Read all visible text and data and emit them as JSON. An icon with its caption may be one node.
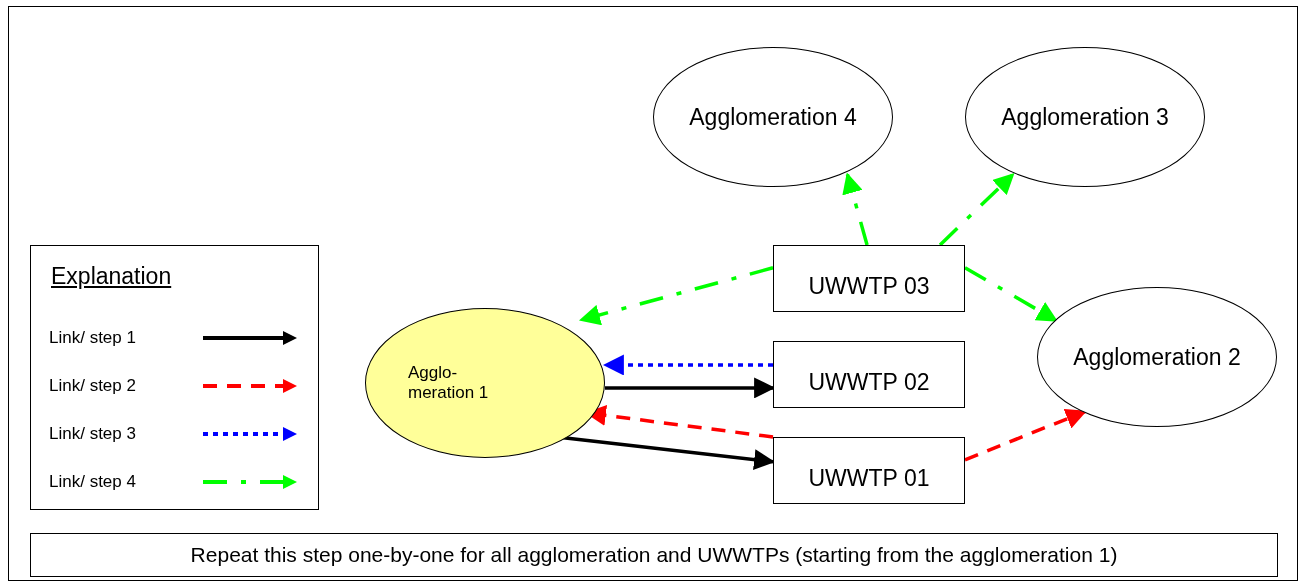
{
  "diagram": {
    "nodes": [
      {
        "text": [
          "Agglomeration 4"
        ]
      },
      {
        "text": [
          "Agglomeration 3"
        ]
      },
      {
        "text": [
          "UWWTP 03"
        ]
      },
      {
        "text": [
          "Agglo- meration 1"
        ]
      },
      {
        "text": [
          "Agglomeration 2"
        ]
      },
      {
        "text": [
          "UWWTP 02"
        ]
      },
      {
        "text": [
          "UWWTP 01"
        ]
      },
      {
        "text": [
          "Repeat this step one-by-one for all agglomeration and UWWTPs (starting from the agglomeration 1)"
        ]
      }
    ],
    "edges": [
      {
        "from": 3,
        "to": 5,
        "arrow": "to",
        "color": "#000000"
      },
      {
        "from": 3,
        "to": 6,
        "arrow": "to",
        "color": "#000000"
      },
      {
        "from": 6,
        "to": 3,
        "arrow": "to",
        "style": "dashed",
        "color": "#ff0000"
      },
      {
        "from": 6,
        "to": 4,
        "arrow": "to",
        "style": "dashed",
        "color": "#ff0000"
      },
      {
        "from": 5,
        "to": 3,
        "arrow": "to",
        "style": "dashed",
        "color": "#0000ff"
      },
      {
        "from": 2,
        "to": 3,
        "arrow": "to",
        "style": "dashed",
        "color": "#00ff00"
      },
      {
        "from": 2,
        "to": 0,
        "arrow": "to",
        "style": "dashed",
        "color": "#00ff00"
      },
      {
        "from": 2,
        "to": 1,
        "arrow": "to",
        "style": "dashed",
        "color": "#00ff00"
      },
      {
        "from": 2,
        "to": 4,
        "arrow": "to",
        "style": "dashed",
        "color": "#00ff00"
      }
    ],
    "labels": [
      "Explanation"
    ],
    "legend": [
      {
        "text": "Link/ step 1"
      },
      {
        "text": "Link/ step 2"
      },
      {
        "text": "Link/ step 3"
      },
      {
        "text": "Link/ step 4"
      }
    ]
  }
}
